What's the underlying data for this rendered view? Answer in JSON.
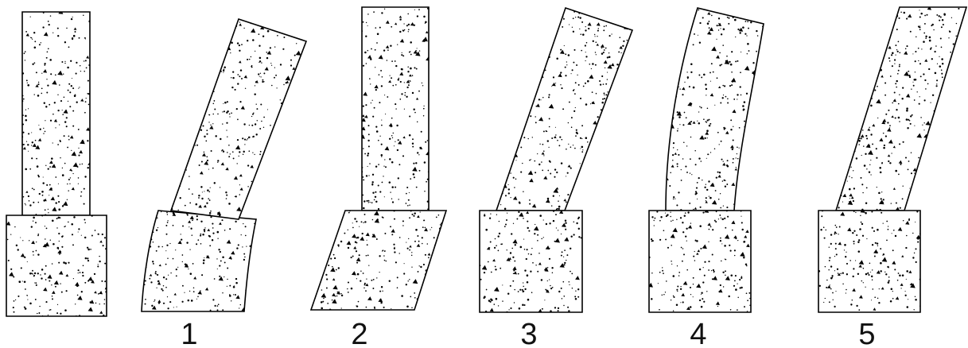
{
  "figure": {
    "fill_texture": "concrete-aggregate-speckle",
    "colors": {
      "background": "#ffffff",
      "outline": "#000000",
      "speckle": "#000000"
    },
    "labels": [
      "1",
      "2",
      "3",
      "4",
      "5"
    ]
  }
}
